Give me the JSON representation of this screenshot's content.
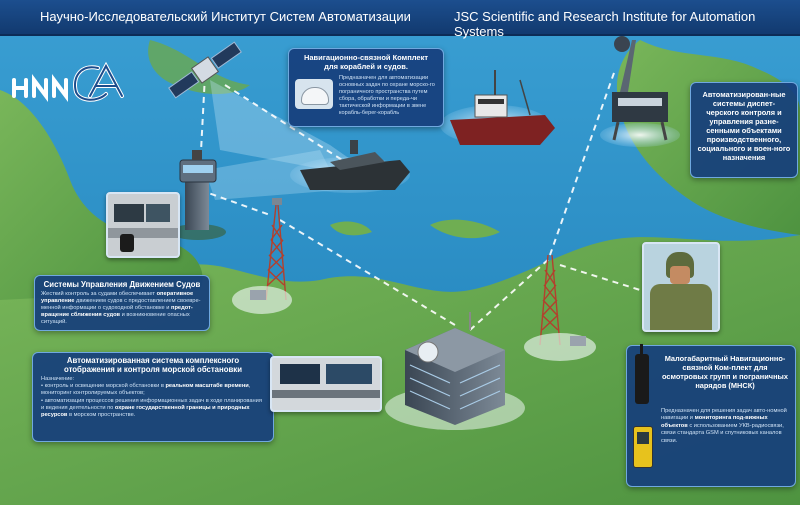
{
  "header": {
    "title_ru": "Научно-Исследовательский Институт Систем Автоматизации",
    "title_en": "JSC Scientific and Research Institute for Automation Systems"
  },
  "logo": {
    "text": "НИИСА"
  },
  "panels": {
    "ship_complex": {
      "title_line1": "Навигационно-связной Комплект",
      "title_line2": "для кораблей и судов.",
      "body": "Предназначен для автоматизации основных задач по охране морско-го пограничного пространства путем сбора, обработки и переда-чи тактической информации в звене корабль-берег-корабль"
    },
    "control_systems": {
      "title": "Автоматизирован-ные системы диспет-черского контроля и управления разне-сенными объектами производственного, социального и воен-ного назначения"
    },
    "vts": {
      "title": "Системы Управления Движением Судов",
      "body_1": "Жесткий контроль за судами обеспечивает ",
      "bold_1": "оперативное управление",
      "body_2": " движением судов с предоставлением своевре-менной информации  о судоходной обстановке и ",
      "bold_2": "предот-вращение сближения судов",
      "body_3": " и возникновение опасных ситуаций."
    },
    "marine": {
      "title_line1": "Автоматизированная система комплексного",
      "title_line2": "отображения и контроля морской обстановки",
      "intro": "Назначение:",
      "b1_a": "• контроль и освещение морской обстановки в ",
      "b1_bold": "реальном масштабе времени",
      "b1_b": ", мониторинг контролируемых объектов;",
      "b2_a": "• автоматизация процессов решения информационных задач в ходе планирования и ведения деятельности по ",
      "b2_bold": "охране государственной границы и природных ресурсов",
      "b2_b": " в морском пространстве."
    },
    "mnsk": {
      "title": "Малогабаритный Навигационно-связной Ком-плект для осмотровых групп и пограничных нарядов (МНСК)",
      "body_a": "Предназначен для решения задач авто-номной навигации и ",
      "body_bold": "мониторинга под-вижных объектов",
      "body_b": " с использованием УКВ-радиосвязи, связи стандарта GSM  и спутниковых каналов связи."
    }
  }
}
